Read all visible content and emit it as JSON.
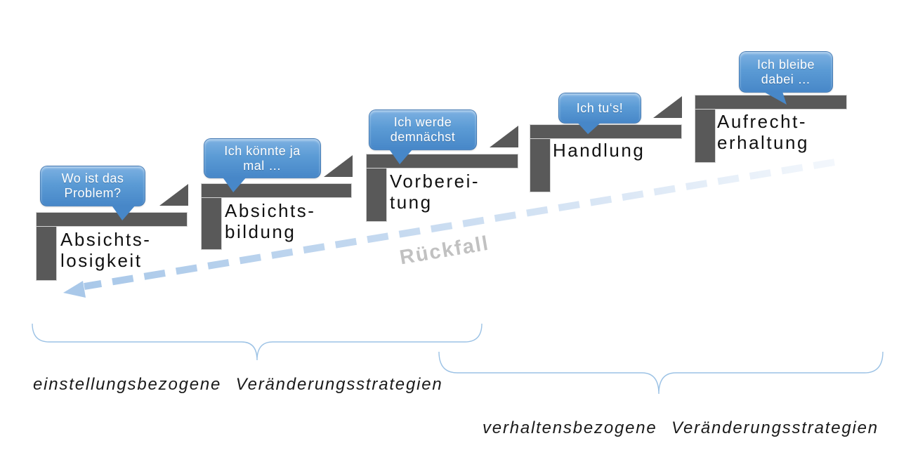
{
  "stages": [
    {
      "name_lines": [
        "Absichts-",
        "losigkeit"
      ],
      "bubble_lines": [
        "Wo ist das",
        "Problem?"
      ]
    },
    {
      "name_lines": [
        "Absichts-",
        "bildung"
      ],
      "bubble_lines": [
        "Ich könnte ja",
        "mal …"
      ]
    },
    {
      "name_lines": [
        "Vorberei-",
        "tung"
      ],
      "bubble_lines": [
        "Ich werde",
        "demnächst"
      ]
    },
    {
      "name_lines": [
        "Handlung"
      ],
      "bubble_lines": [
        "Ich tu‘s!"
      ]
    },
    {
      "name_lines": [
        "Aufrecht-",
        "erhaltung"
      ],
      "bubble_lines": [
        "Ich bleibe",
        "dabei …"
      ]
    }
  ],
  "relapse": {
    "label": "Rückfall"
  },
  "braces": [
    {
      "label": "einstellungsbezogene Veränderungsstrategien"
    },
    {
      "label": "verhaltensbezogene Veränderungsstrategien"
    }
  ],
  "colors": {
    "step_gray": "#595959",
    "bubble_blue_top": "#7db1e2",
    "bubble_blue_bottom": "#4787c8",
    "brace_blue": "#9cc2e5",
    "arrow_blue": "#a9c8e9",
    "relapse_gray": "#c1c1c1",
    "text_black": "#111111"
  }
}
